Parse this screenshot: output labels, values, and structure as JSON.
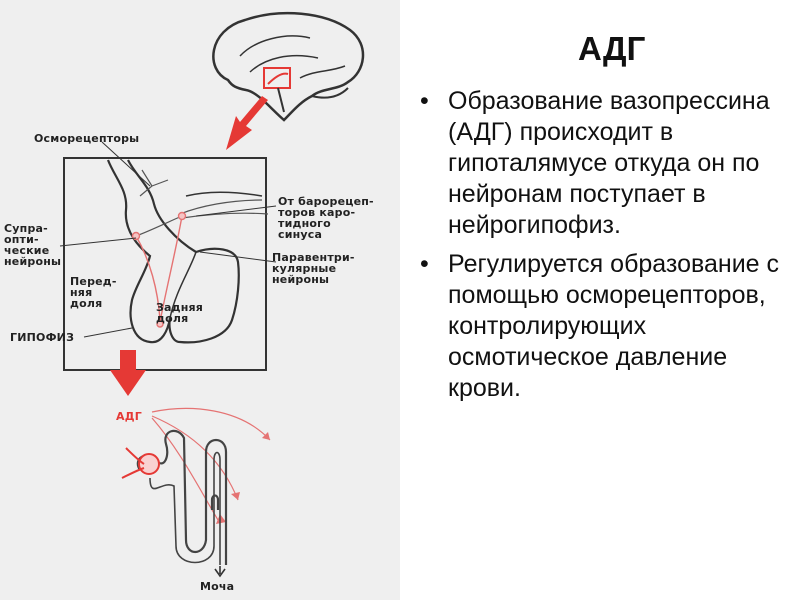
{
  "title": "АДГ",
  "bullets": [
    "Образование вазопрессина (АДГ) происходит в гипоталямусе откуда он по нейронам поступает в нейрогипофиз.",
    "Регулируется образование с помощью осморецепторов, контролирующих осмотическое давление крови."
  ],
  "diagram": {
    "labels": {
      "osmo": "Осморецепторы",
      "baro": "От барорецеп-\nторов каро-\nтидного\nсинуса",
      "supra": "Супра-\nопти-\nческие\nнейроны",
      "para": "Паравентри-\nкулярные\nнейроны",
      "front": "Перед-\nняя\nдоля",
      "back": "Задняя\nдоля",
      "hypo": "ГИПОФИЗ",
      "adh": "АДГ",
      "urine": "Моча"
    },
    "colors": {
      "arrow": "#e53935",
      "line": "#333333",
      "red_fiber": "#e57373"
    }
  }
}
